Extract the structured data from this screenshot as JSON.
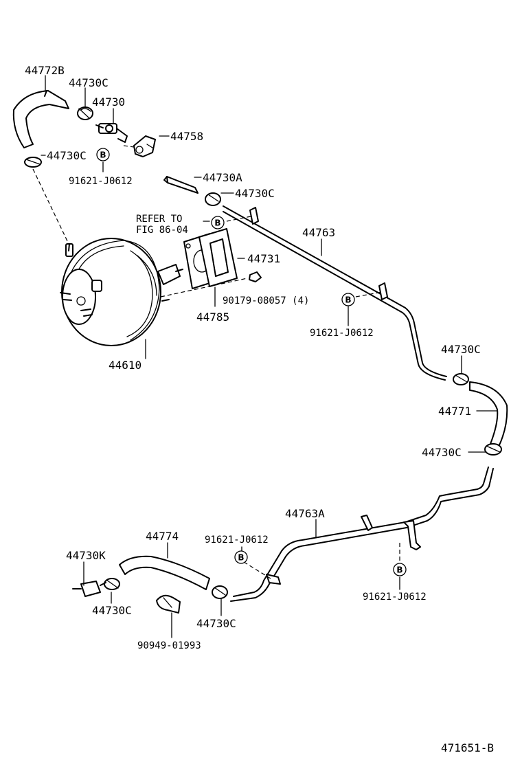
{
  "figure_id": "471651-B",
  "parts": {
    "p44772B": "44772B",
    "p44730C_a": "44730C",
    "p44730": "44730",
    "p44758": "44758",
    "p44730C_b": "44730C",
    "p91621_a": "91621-J0612",
    "p44730A": "44730A",
    "p44730C_c": "44730C",
    "refer_line1": "REFER TO",
    "refer_line2": "FIG 86-04",
    "p44763": "44763",
    "p44731": "44731",
    "p90179": "90179-08057 (4)",
    "p44785": "44785",
    "p44610": "44610",
    "p91621_b": "91621-J0612",
    "p44730C_d": "44730C",
    "p44771": "44771",
    "p44730C_e": "44730C",
    "p44763A": "44763A",
    "p44774": "44774",
    "p91621_c": "91621-J0612",
    "p44730K": "44730K",
    "p44730C_f": "44730C",
    "p44730C_g": "44730C",
    "p90949": "90949-01993",
    "p91621_d": "91621-J0612"
  },
  "circle_marker": "B"
}
